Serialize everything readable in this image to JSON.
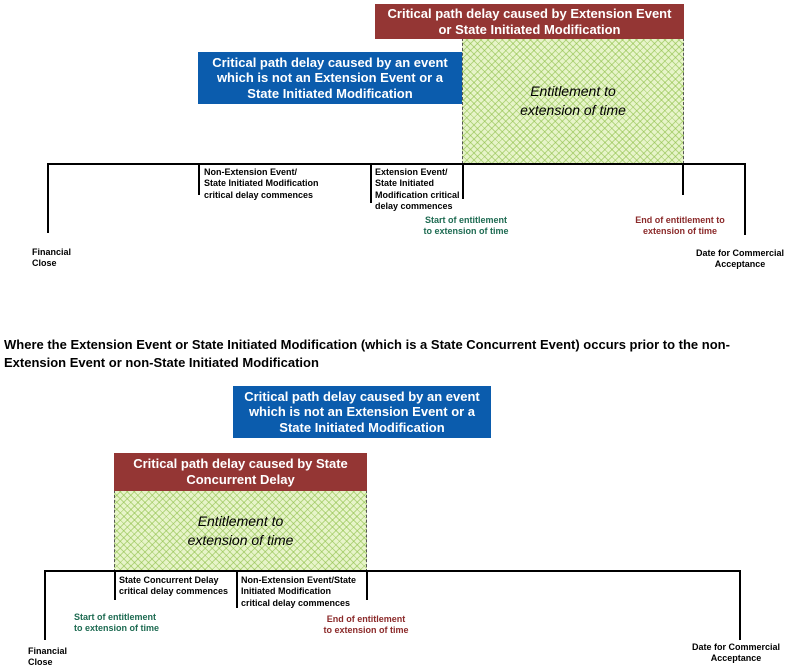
{
  "top_diagram": {
    "red_box": "Critical path delay caused by Extension Event or State Initiated Modification",
    "blue_box": "Critical path delay caused by an event which is not an Extension Event or a State Initiated Modification",
    "entitlement": [
      "Entitlement to",
      "extension of time"
    ],
    "financial_close": [
      "Financial",
      "Close"
    ],
    "non_extension_commences": [
      "Non-Extension Event/",
      "State Initiated Modification",
      "critical delay commences"
    ],
    "extension_commences": [
      "Extension Event/",
      "State Initiated",
      "Modification critical",
      "delay commences"
    ],
    "start_entitlement": [
      "Start of entitlement",
      "to extension of time"
    ],
    "end_entitlement": [
      "End of entitlement to",
      "extension of time"
    ],
    "dca": [
      "Date for Commercial",
      "Acceptance"
    ]
  },
  "heading": "Where the Extension Event or State Initiated Modification (which is a State Concurrent Event) occurs prior to the non-Extension Event or non-State Initiated Modification",
  "bottom_diagram": {
    "blue_box": "Critical path delay caused by an event which is not an Extension Event or a State Initiated Modification",
    "red_box": "Critical path delay caused by State Concurrent Delay",
    "entitlement": [
      "Entitlement to",
      "extension of time"
    ],
    "state_concurrent_commences": [
      "State Concurrent Delay",
      "critical delay commences"
    ],
    "non_extension_commences": [
      "Non-Extension Event/State",
      "Initiated Modification",
      "critical delay commences"
    ],
    "start_entitlement": [
      "Start of entitlement",
      "to extension of time"
    ],
    "end_entitlement": [
      "End of entitlement",
      "to extension of time"
    ],
    "financial_close": [
      "Financial",
      "Close"
    ],
    "dca": [
      "Date for Commercial",
      "Acceptance"
    ]
  },
  "colors": {
    "red": "#943634",
    "blue": "#0b5cad",
    "green_text": "#1e6b52",
    "red_text": "#8b2a2a",
    "hatch": "#e7f4c9"
  }
}
